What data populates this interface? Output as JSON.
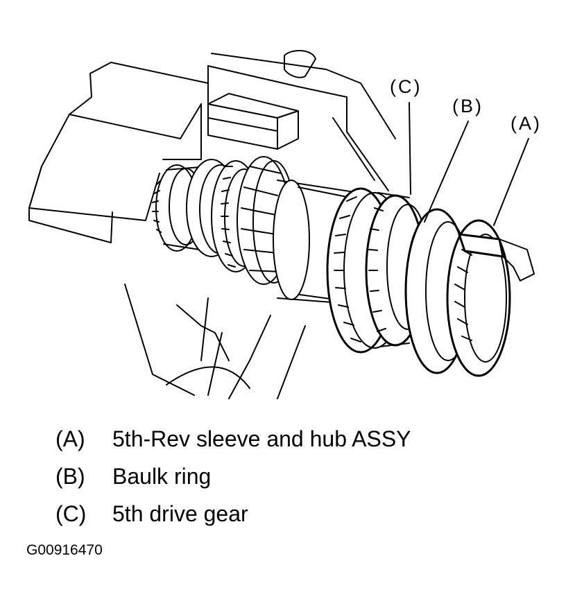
{
  "callouts": {
    "a": "(A)",
    "b": "(B)",
    "c": "(C)"
  },
  "legend": [
    {
      "key": "(A)",
      "text": "5th-Rev sleeve and hub ASSY"
    },
    {
      "key": "(B)",
      "text": "Baulk ring"
    },
    {
      "key": "(C)",
      "text": "5th drive gear"
    }
  ],
  "figure_ref": "G00916470"
}
